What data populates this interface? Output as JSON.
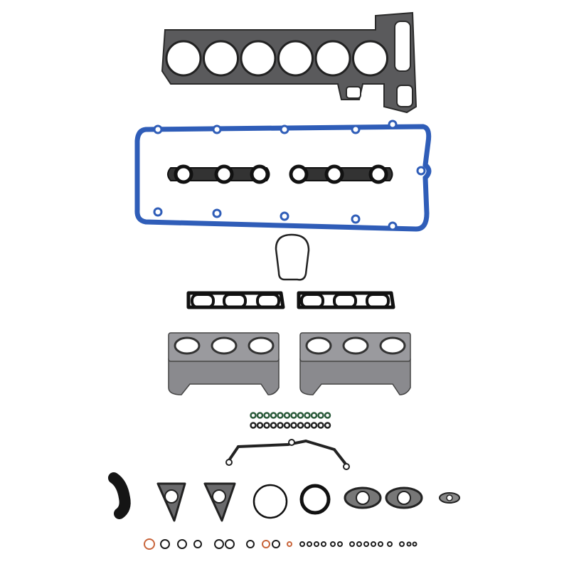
{
  "colors": {
    "background": "#ffffff",
    "head_gasket": "#5a5a5c",
    "valve_cover_gasket": "#2f5db8",
    "rubber": "#1c1c1c",
    "heat_shield": "#8a8a8e",
    "copper_ring": "#c8643a"
  },
  "parts": {
    "cylinder_count": 6,
    "small_seal_rows": 2,
    "small_seals_per_row": 12
  }
}
